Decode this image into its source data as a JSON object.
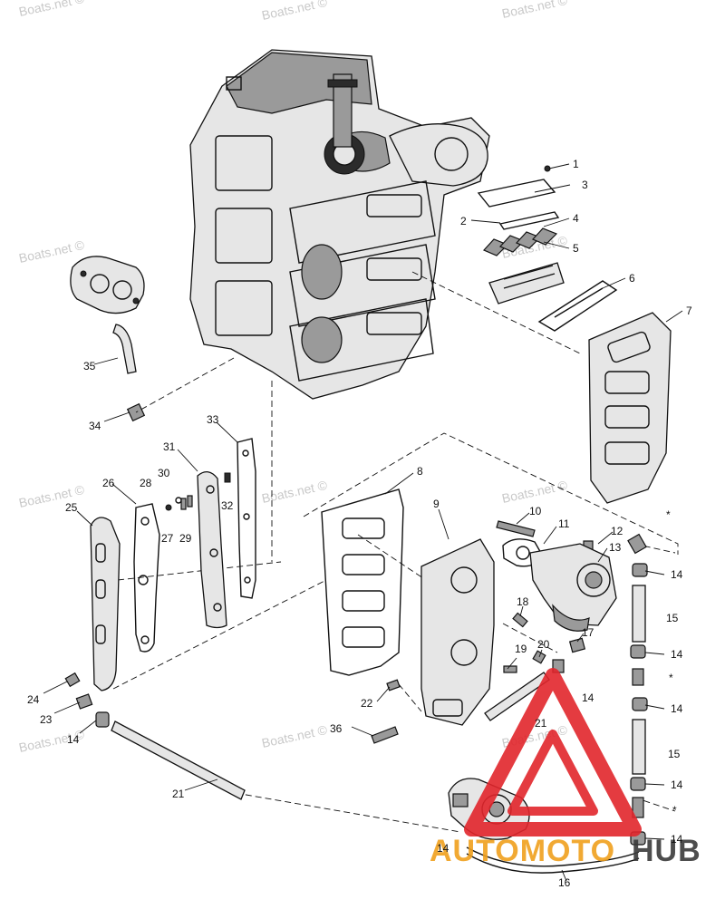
{
  "watermark": "Boats.net ©",
  "logo": {
    "text_a": "AUTOMOTO",
    "text_b": "HUB",
    "color_red": "#e2262c",
    "color_orange": "#f0a01e",
    "color_dark": "#3a3a3a"
  },
  "callouts": {
    "c1": "1",
    "c2": "2",
    "c3": "3",
    "c4": "4",
    "c5": "5",
    "c6": "6",
    "c7": "7",
    "c8": "8",
    "c9": "9",
    "c10": "10",
    "c11": "11",
    "c12": "12",
    "c13": "13",
    "c14a": "14",
    "c14b": "14",
    "c14c": "14",
    "c14d": "14",
    "c14e": "14",
    "c14f": "14",
    "c14g": "14",
    "c15a": "15",
    "c15b": "15",
    "c16": "16",
    "c17": "17",
    "c18": "18",
    "c19": "19",
    "c20": "20",
    "c21a": "21",
    "c21b": "21",
    "c22": "22",
    "c23": "23",
    "c24": "24",
    "c25": "25",
    "c26": "26",
    "c27": "27",
    "c28": "28",
    "c29": "29",
    "c30": "30",
    "c31": "31",
    "c32": "32",
    "c33": "33",
    "c34": "34",
    "c35": "35",
    "c36": "36",
    "star_a": "*",
    "star_b": "*",
    "star_c": "*"
  }
}
